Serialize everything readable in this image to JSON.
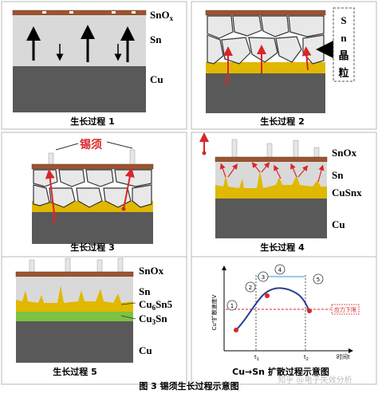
{
  "panels": [
    {
      "caption": "生长过程 1",
      "labels": [
        "SnO",
        "x",
        "Sn",
        "Cu"
      ]
    },
    {
      "caption": "生长过程 2",
      "side_label_chars": [
        "S",
        "n",
        "晶",
        "粒"
      ]
    },
    {
      "caption": "生长过程 3",
      "callout": "锡须"
    },
    {
      "caption": "生长过程 4",
      "labels": [
        "SnOx",
        "Sn",
        "CuSnx",
        "Cu"
      ]
    },
    {
      "caption": "生长过程 5",
      "labels": [
        "SnOx",
        "Sn",
        "Cu",
        "6",
        "Sn5",
        "Cu",
        "3",
        "Sn",
        "Cu"
      ]
    },
    {
      "caption": "Cu→Sn 扩散过程示意图",
      "y_axis_label": "Cu⁶扩散速度V",
      "x_axis_label": "时间t",
      "ticks": [
        "t",
        "1",
        "t",
        "2"
      ],
      "stress_label": "应力下限",
      "markers": [
        "1",
        "2",
        "3",
        "4",
        "5"
      ]
    }
  ],
  "figure_caption": "图 3  锡须生长过程示意图",
  "watermark": "知乎 @电子失效分析",
  "colors": {
    "oxide": "#a0522d",
    "sn": "#d9d9d9",
    "cu": "#595959",
    "imc": "#e0b800",
    "cu3sn": "#7dc242",
    "arrow_red": "#d8262b"
  }
}
